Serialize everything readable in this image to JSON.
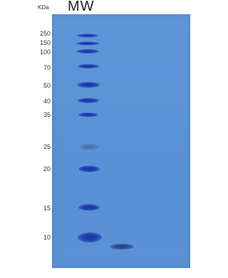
{
  "unit_label": "KDa",
  "lane_header": "MW",
  "markers": [
    {
      "label": "250"
    },
    {
      "label": "150"
    },
    {
      "label": "100"
    },
    {
      "label": "70"
    },
    {
      "label": "50"
    },
    {
      "label": "40"
    },
    {
      "label": "35"
    },
    {
      "label": "25"
    },
    {
      "label": "20"
    },
    {
      "label": "15"
    },
    {
      "label": "10"
    }
  ]
}
